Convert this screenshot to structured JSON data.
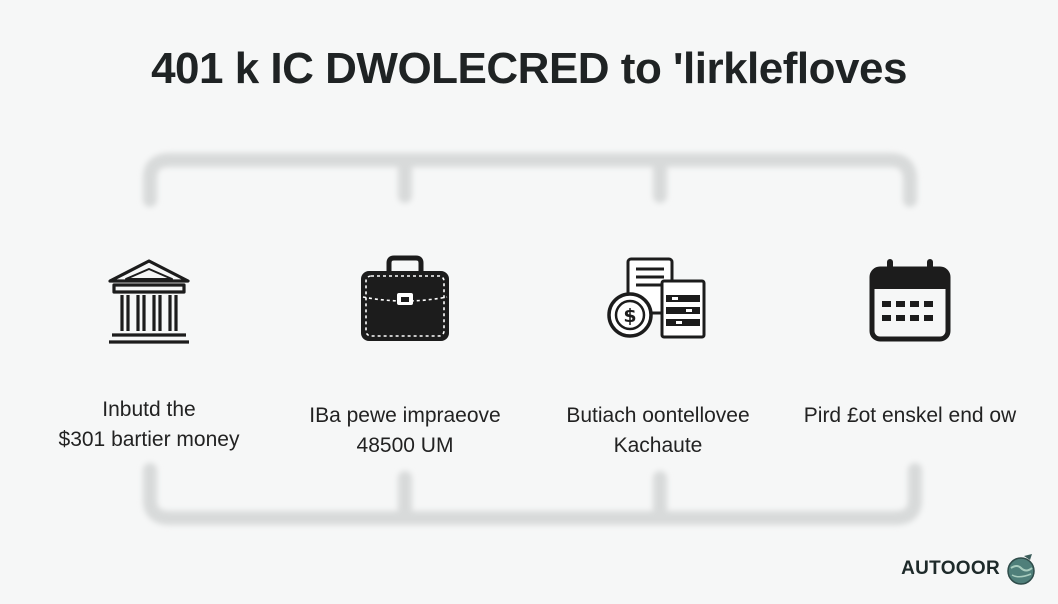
{
  "title": "401 k IC DWOLECRED to 'lirklefloves",
  "steps": [
    {
      "icon": "bank-icon",
      "line1": "Inbutd the",
      "line2": "$301 bartier money"
    },
    {
      "icon": "briefcase-icon",
      "line1": "IBa pewe impraeove",
      "line2": "48500 UM"
    },
    {
      "icon": "documents-money-icon",
      "line1": "Butiach oontellovee",
      "line2": "Kachaute"
    },
    {
      "icon": "calendar-icon",
      "line1": "Pird £ot enskel end ow",
      "line2": ""
    }
  ],
  "brand": {
    "name": "AUTOOOR",
    "logo_icon": "globe-logo-icon"
  }
}
